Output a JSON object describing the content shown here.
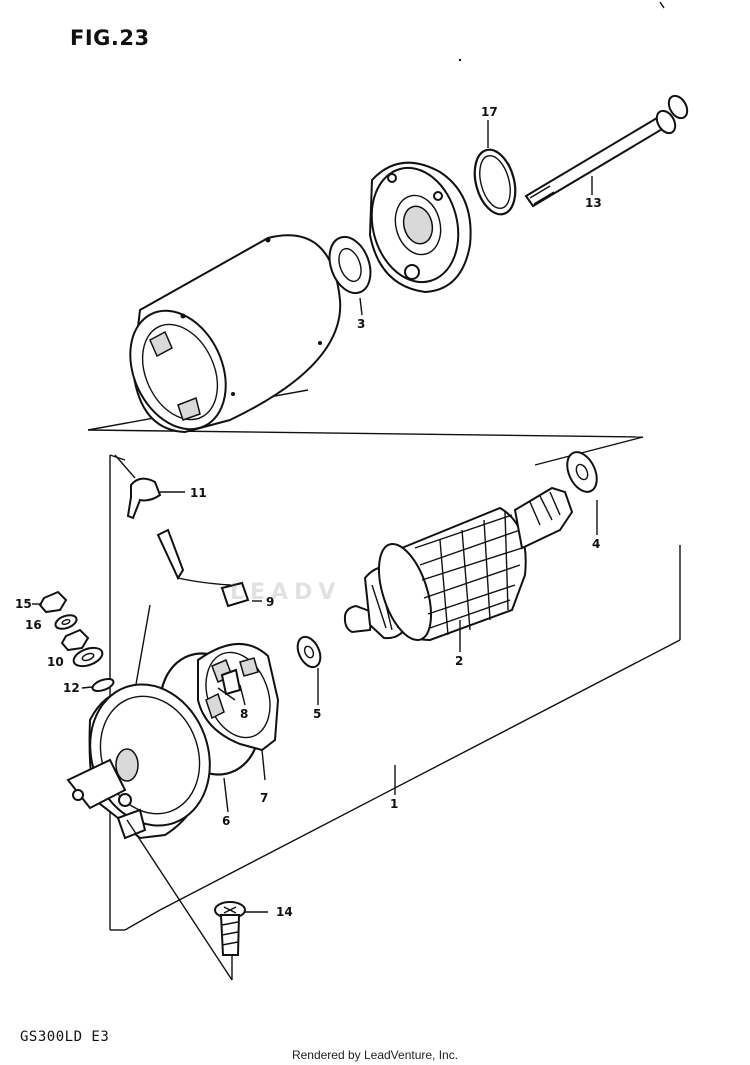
{
  "figure": {
    "title": "FIG.23",
    "model_code": "GS300LD  E3",
    "rendered_by": "Rendered by LeadVenture, Inc.",
    "watermark": "LEADV"
  },
  "callouts": [
    {
      "id": "17",
      "label": "17"
    },
    {
      "id": "13",
      "label": "13"
    },
    {
      "id": "3",
      "label": "3"
    },
    {
      "id": "11",
      "label": "11"
    },
    {
      "id": "4",
      "label": "4"
    },
    {
      "id": "9",
      "label": "9"
    },
    {
      "id": "15",
      "label": "15"
    },
    {
      "id": "16",
      "label": "16"
    },
    {
      "id": "10",
      "label": "10"
    },
    {
      "id": "12",
      "label": "12"
    },
    {
      "id": "8",
      "label": "8"
    },
    {
      "id": "2",
      "label": "2"
    },
    {
      "id": "5",
      "label": "5"
    },
    {
      "id": "7",
      "label": "7"
    },
    {
      "id": "6",
      "label": "6"
    },
    {
      "id": "1",
      "label": "1"
    },
    {
      "id": "14",
      "label": "14"
    }
  ]
}
